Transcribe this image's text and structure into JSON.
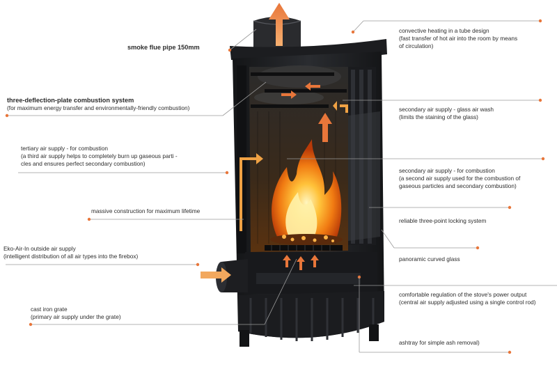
{
  "labels": {
    "smoke_flue": {
      "title": "smoke flue pipe 150mm"
    },
    "three_deflection": {
      "title": "three-deflection-plate combustion system",
      "sub": "(for maximum energy transfer and environmentally-friendly combustion)"
    },
    "tertiary_air": {
      "title": "tertiary air supply - for combustion",
      "sub1": "(a third air supply helps to completely burn up gaseous parti   -",
      "sub2": "cles and ensures perfect secondary combustion)"
    },
    "massive_construction": {
      "title": "massive construction for maximum lifetime"
    },
    "eko_air": {
      "title": "Eko-Air-In outside air supply",
      "sub": "(intelligent distribution of all air types into the firebox)"
    },
    "cast_iron_grate": {
      "title": "cast iron grate",
      "sub": "(primary air supply under the grate)"
    },
    "convective_heating": {
      "title": "convective heating in a tube design",
      "sub1": "(fast transfer of hot air into the room by means",
      "sub2": "of circulation)"
    },
    "secondary_glass": {
      "title": "secondary air supply - glass air wash",
      "sub": "(limits the staining of the glass)"
    },
    "secondary_combustion": {
      "title": "secondary air supply - for combustion",
      "sub1": "(a second air supply used for the combustion of",
      "sub2": "gaseous particles and secondary combustion)"
    },
    "locking": {
      "title": "reliable three-point locking system"
    },
    "panoramic_glass": {
      "title": "panoramic curved glass"
    },
    "power_regulation": {
      "title": "comfortable regulation of the stove's power output",
      "sub": "(central air supply adjusted using a single control rod)"
    },
    "ashtray": {
      "title": "ashtray   for simple ash removal)"
    }
  },
  "colors": {
    "accent": "#e8763a",
    "stove_body": "#1e1f22",
    "flame": "#f39a1e",
    "leader": "#9a9a9a"
  },
  "icons": [
    "air-flow-arrow-icon",
    "flame-icon",
    "stove-illustration"
  ]
}
